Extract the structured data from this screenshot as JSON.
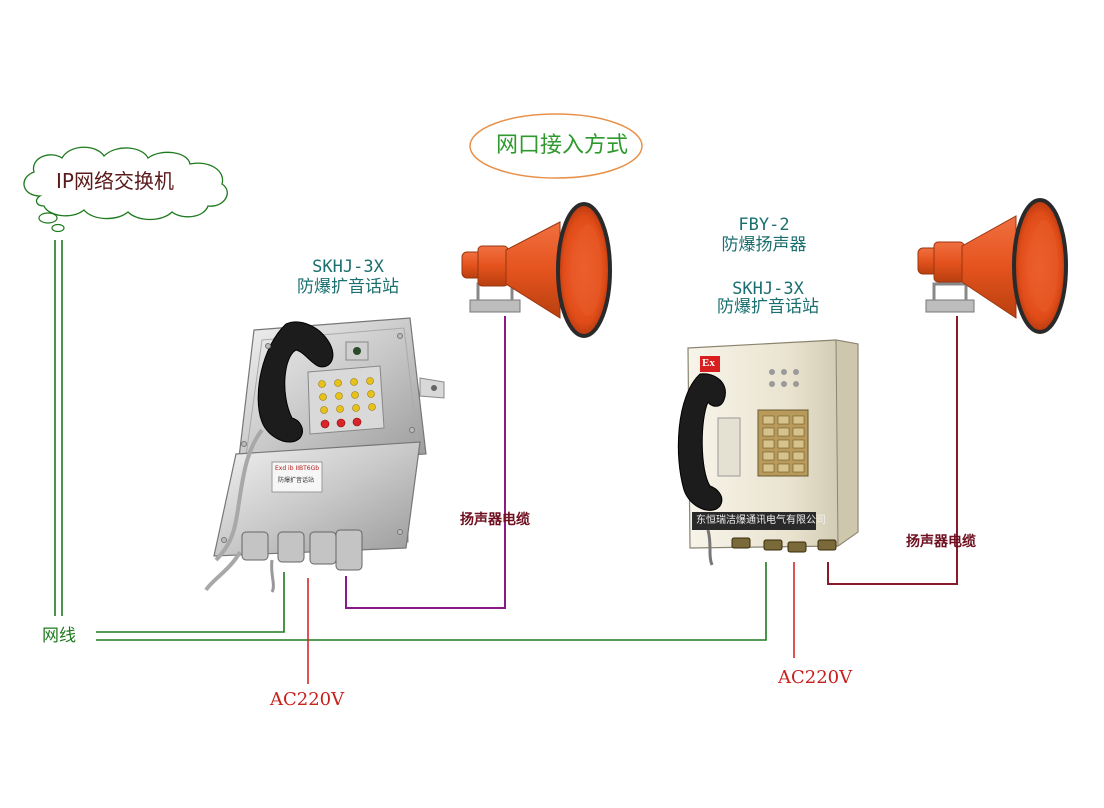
{
  "cloud": {
    "label": "IP网络交换机"
  },
  "oval": {
    "label": "网口接入方式"
  },
  "station_left": {
    "model": "SKHJ-3X",
    "name": "防爆扩音话站",
    "plate_line1": "Exd ib IIBT6Gb",
    "plate_line2": "防爆扩音话站"
  },
  "station_right": {
    "speaker_model": "FBY-2",
    "speaker_name": "防爆扬声器",
    "model": "SKHJ-3X",
    "name": "防爆扩音话站",
    "ex_mark": "Ex",
    "nameplate": "东恒瑞洁爆通讯电气有限公司"
  },
  "cable_left": {
    "label": "扬声器电缆"
  },
  "cable_right": {
    "label": "扬声器电缆"
  },
  "network": {
    "label": "网线"
  },
  "power_left": {
    "label": "AC220V"
  },
  "power_right": {
    "label": "AC220V"
  },
  "colors": {
    "network": "#1e7a1e",
    "power": "#d42a2a",
    "speaker_cable": "#8a1a8a",
    "speaker_cable_right": "#8a1a2a",
    "horn": "#e5531e"
  }
}
